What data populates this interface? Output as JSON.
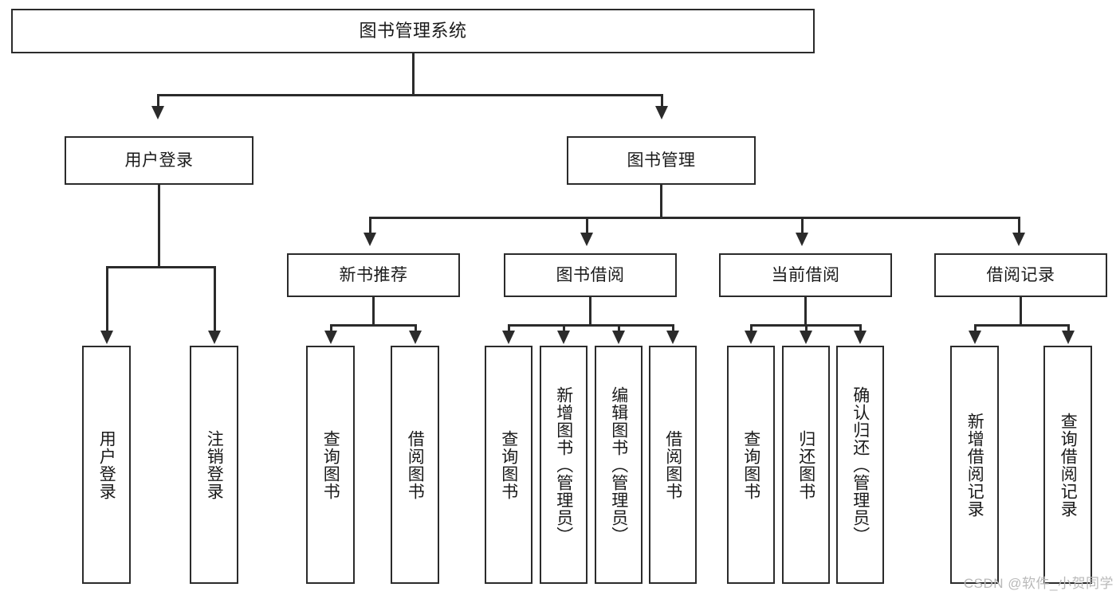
{
  "diagram": {
    "type": "tree-hierarchy",
    "title": "图书管理系统",
    "root": {
      "label": "图书管理系统"
    },
    "level2": [
      {
        "label": "用户登录"
      },
      {
        "label": "图书管理"
      }
    ],
    "level3": [
      {
        "label": "新书推荐",
        "parent": "图书管理"
      },
      {
        "label": "图书借阅",
        "parent": "图书管理"
      },
      {
        "label": "当前借阅",
        "parent": "图书管理"
      },
      {
        "label": "借阅记录",
        "parent": "图书管理"
      }
    ],
    "leaves_user_login": [
      {
        "label": "用户登录"
      },
      {
        "label": "注销登录"
      }
    ],
    "leaves_new_book": [
      {
        "label": "查询图书"
      },
      {
        "label": "借阅图书"
      }
    ],
    "leaves_borrow": [
      {
        "label": "查询图书"
      },
      {
        "label": "新增图书（管理员）"
      },
      {
        "label": "编辑图书（管理员）"
      },
      {
        "label": "借阅图书"
      }
    ],
    "leaves_current": [
      {
        "label": "查询图书"
      },
      {
        "label": "归还图书"
      },
      {
        "label": "确认归还（管理员）"
      }
    ],
    "leaves_record": [
      {
        "label": "新增借阅记录"
      },
      {
        "label": "查询借阅记录"
      }
    ]
  },
  "watermark": {
    "text": "CSDN @软件_小贺同学"
  },
  "colors": {
    "stroke": "#2b2b2b",
    "background": "#ffffff",
    "text": "#1a1a1a",
    "watermark": "#b9b9b9"
  }
}
